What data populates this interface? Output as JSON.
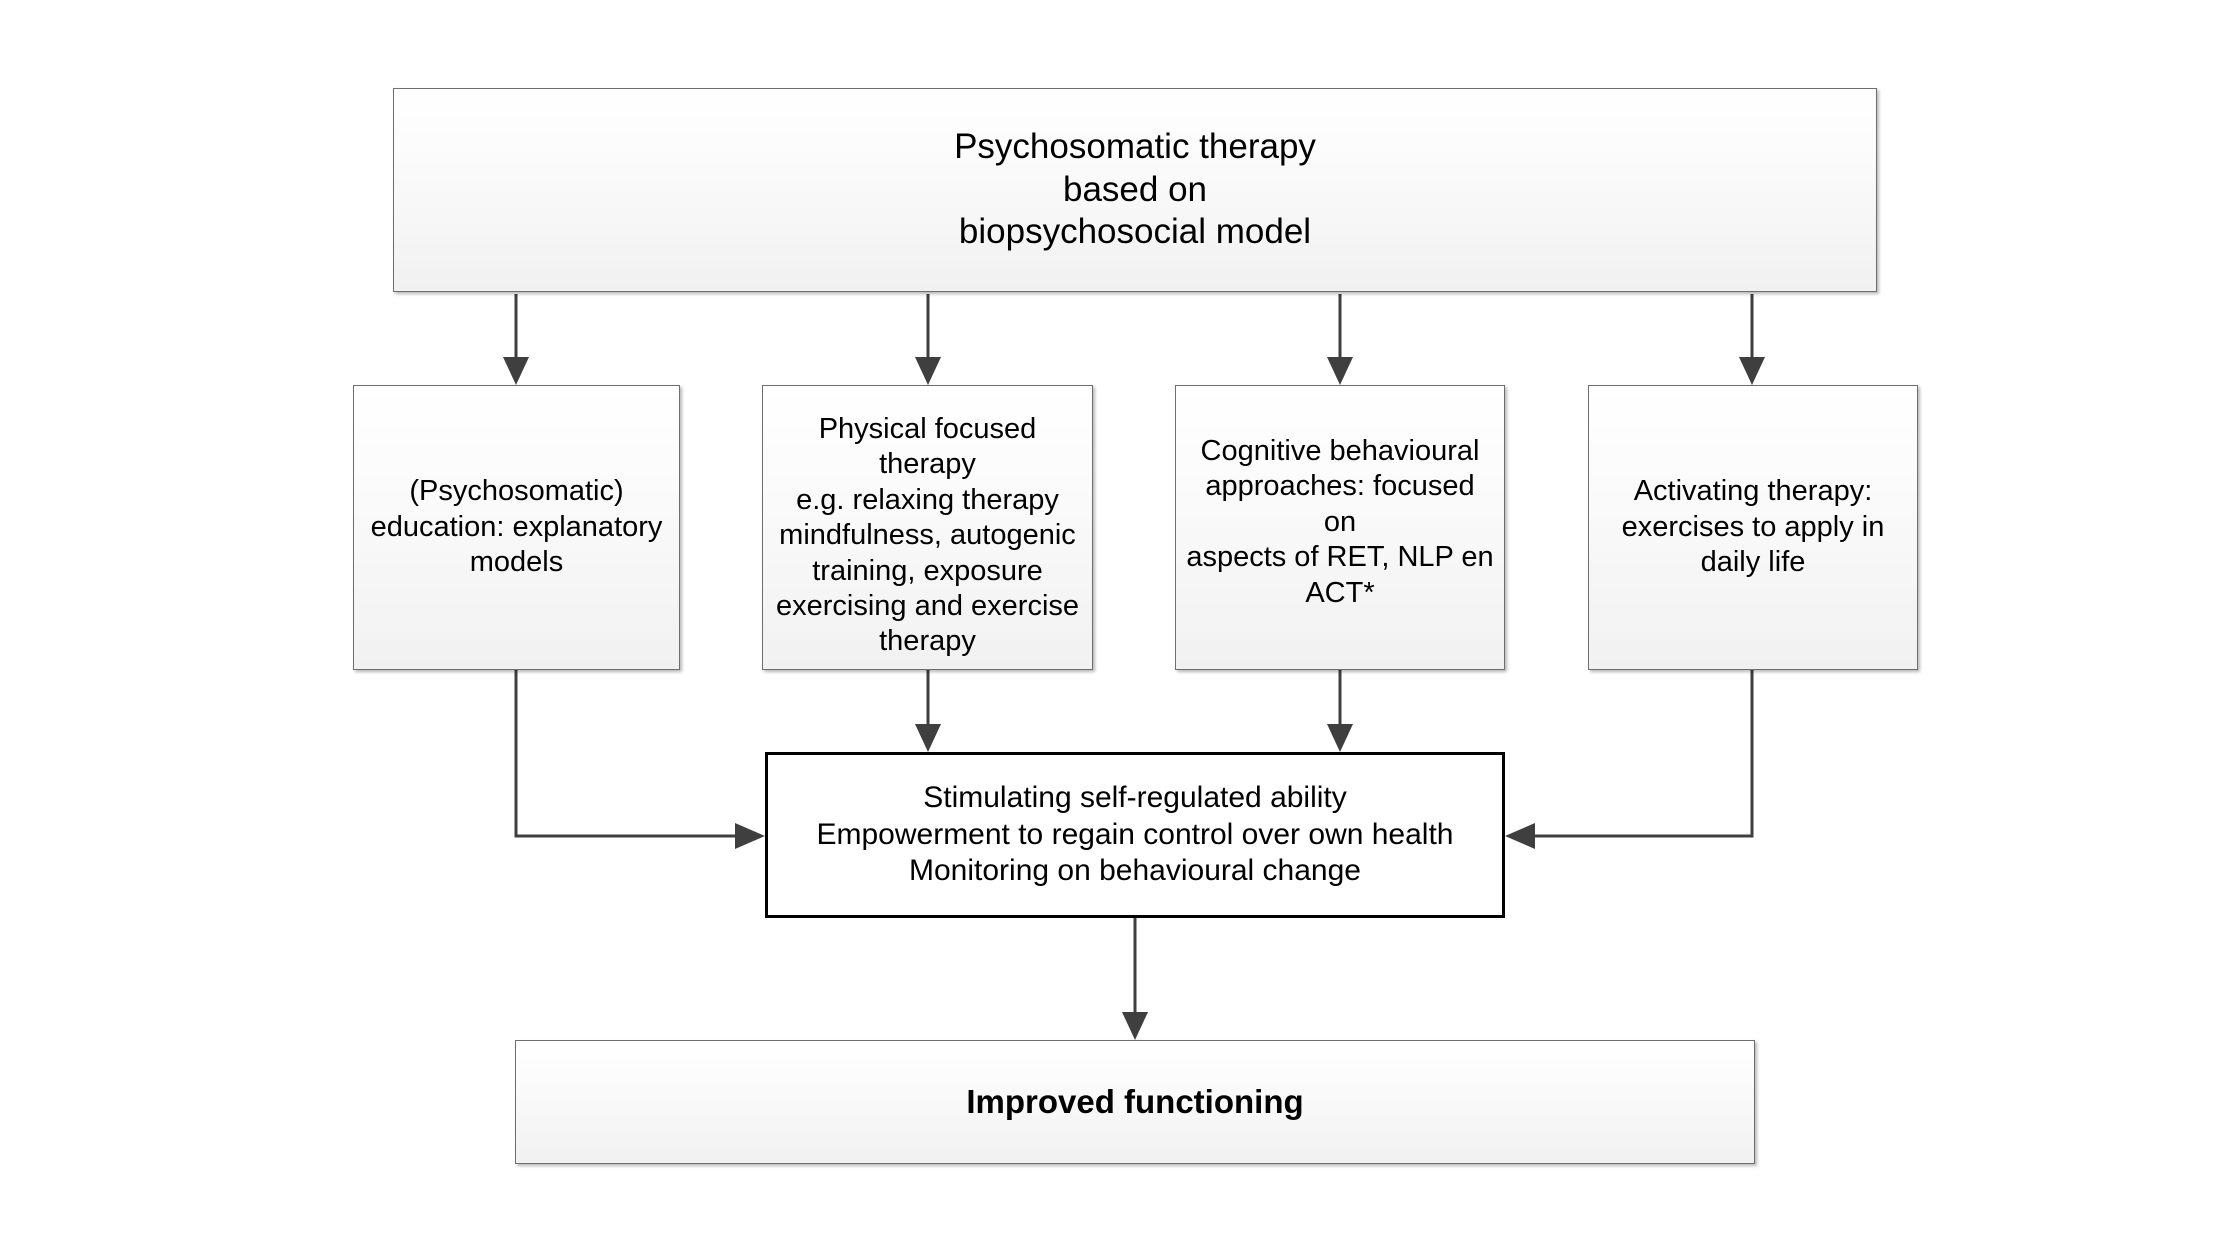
{
  "diagram": {
    "title": "Psychosomatic therapy based on biopsychosocial model",
    "type": "flowchart",
    "background_color": "#ffffff",
    "box_fill_color": "#f2f2f2",
    "box_border_color": "#6e6e6e",
    "connector_color": "#3f3f3f",
    "nodes": {
      "top": {
        "id": "psychosomatic-therapy",
        "label": "Psychosomatic therapy\nbased on\nbiopsychosocial model",
        "style": "shaded"
      },
      "education": {
        "id": "psychosomatic-education",
        "label": "(Psychosomatic)\neducation: explanatory\nmodels",
        "style": "shaded"
      },
      "physical": {
        "id": "physical-focused-therapy",
        "label": "Physical focused therapy\ne.g. relaxing therapy\nmindfulness, autogenic\ntraining,  exposure\nexercising and exercise\ntherapy",
        "style": "shaded"
      },
      "cognitive": {
        "id": "cognitive-behavioural-approaches",
        "label": "Cognitive behavioural\napproaches: focused on\naspects of RET, NLP en\nACT*",
        "style": "shaded"
      },
      "activating": {
        "id": "activating-therapy",
        "label": "Activating therapy:\nexercises to apply in\ndaily life",
        "style": "shaded"
      },
      "empowerment": {
        "id": "stimulating-self-regulated-ability",
        "label": "Stimulating self-regulated ability\nEmpowerment  to regain control over own health\nMonitoring on behavioural change",
        "style": "plain"
      },
      "outcome": {
        "id": "improved-functioning",
        "label": "Improved functioning",
        "style": "shaded",
        "bold": true
      }
    },
    "edges": [
      {
        "from": "top",
        "to": "education",
        "kind": "straight-down"
      },
      {
        "from": "top",
        "to": "physical",
        "kind": "straight-down"
      },
      {
        "from": "top",
        "to": "cognitive",
        "kind": "straight-down"
      },
      {
        "from": "top",
        "to": "activating",
        "kind": "straight-down"
      },
      {
        "from": "education",
        "to": "empowerment",
        "kind": "elbow-down-right"
      },
      {
        "from": "physical",
        "to": "empowerment",
        "kind": "straight-down"
      },
      {
        "from": "cognitive",
        "to": "empowerment",
        "kind": "straight-down"
      },
      {
        "from": "activating",
        "to": "empowerment",
        "kind": "elbow-down-left"
      },
      {
        "from": "empowerment",
        "to": "outcome",
        "kind": "straight-down"
      }
    ]
  }
}
